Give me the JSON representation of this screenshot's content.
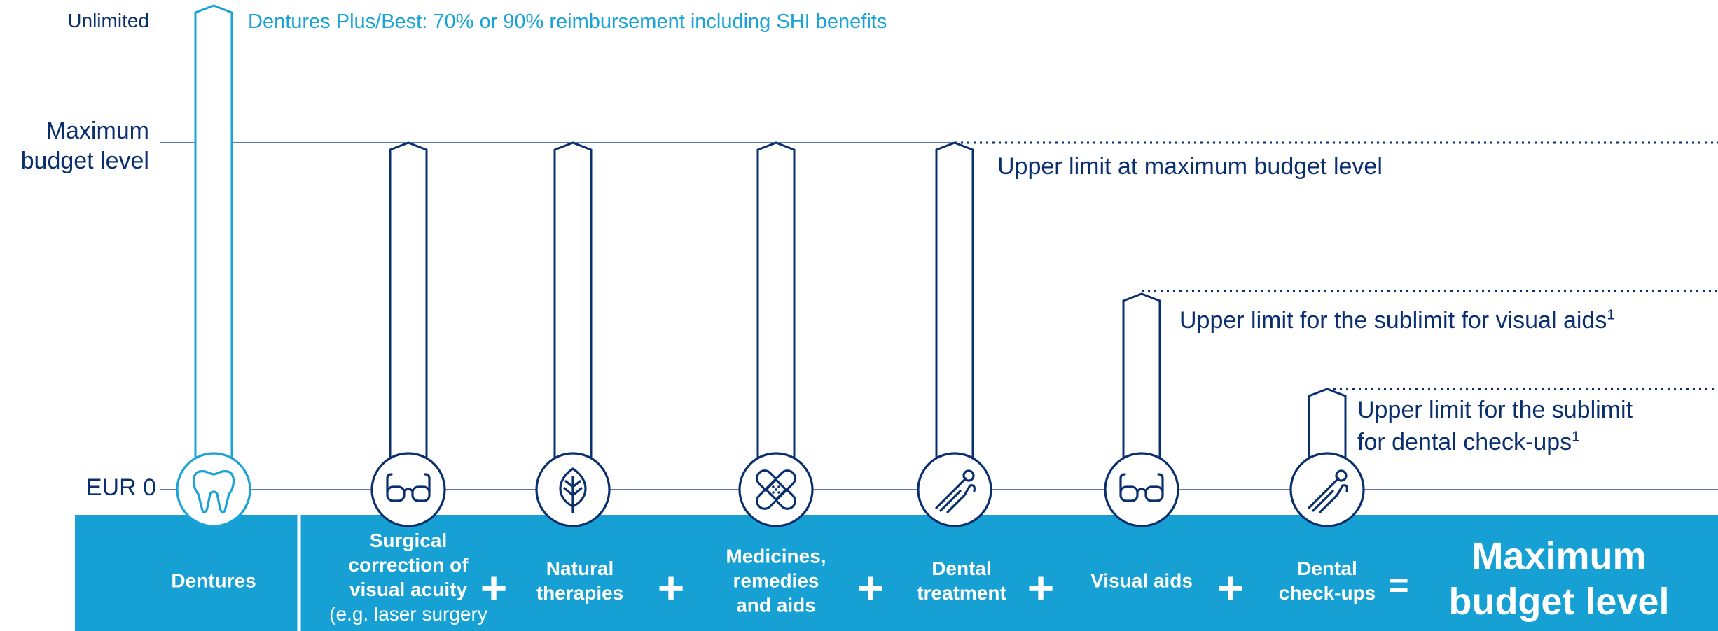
{
  "y_axis": {
    "unlimited": "Unlimited",
    "maximum": "Maximum\nbudget level",
    "zero": "EUR 0"
  },
  "notes": {
    "dentures": "Dentures Plus/Best: 70% or 90% reimbursement including SHI benefits",
    "upper_max": "Upper limit at maximum budget level",
    "upper_visual": "Upper limit for the sublimit for visual aids",
    "upper_visual_fn": "1",
    "upper_dental_line1": "Upper limit for the sublimit",
    "upper_dental_line2": "for dental check-ups",
    "upper_dental_fn": "1"
  },
  "categories": [
    {
      "key": "dentures",
      "label": "Dentures",
      "sub": "",
      "icon": "tooth-icon",
      "level": "unlimited"
    },
    {
      "key": "surgical",
      "label": "Surgical\ncorrection of\nvisual acuity",
      "sub": "(e.g. laser surgery",
      "icon": "glasses-icon",
      "level": "maximum"
    },
    {
      "key": "natural",
      "label": "Natural\ntherapies",
      "sub": "",
      "icon": "leaf-icon",
      "level": "maximum"
    },
    {
      "key": "medicines",
      "label": "Medicines,\nremedies\nand aids",
      "sub": "",
      "icon": "bandage-icon",
      "level": "maximum"
    },
    {
      "key": "dental",
      "label": "Dental\ntreatment",
      "sub": "",
      "icon": "dental-tools-icon",
      "level": "maximum"
    },
    {
      "key": "visual",
      "label": "Visual aids",
      "sub": "",
      "icon": "glasses-icon",
      "level": "visual_sublimit"
    },
    {
      "key": "checkups",
      "label": "Dental\ncheck-ups",
      "sub": "",
      "icon": "dental-tools-icon",
      "level": "dental_sublimit"
    }
  ],
  "operators": [
    "+",
    "+",
    "+",
    "+",
    "+",
    "="
  ],
  "result": "Maximum\nbudget level",
  "colors": {
    "navy": "#0a2f6e",
    "cyan": "#1aa3d6",
    "band": "#17a0d4",
    "line": "#264e8c"
  }
}
